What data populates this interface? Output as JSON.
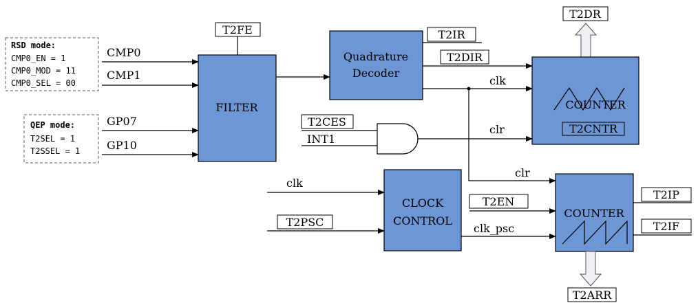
{
  "rsd_mode": {
    "title": "RSD mode:",
    "lines": [
      "CMP0_EN = 1",
      "CMP0_MOD = 11",
      "CMP0_SEL = 00"
    ]
  },
  "qep_mode": {
    "title": "QEP mode:",
    "lines": [
      "T2SEL = 1",
      "T2SSEL = 1"
    ]
  },
  "inputs": {
    "cmp0": "CMP0",
    "cmp1": "CMP1",
    "gp07": "GP07",
    "gp10": "GP10"
  },
  "blocks": {
    "filter": "FILTER",
    "decoder_line1": "Quadrature",
    "decoder_line2": "Decoder",
    "counter_top": "COUNTER",
    "counter_top_reg": "T2CNTR",
    "clock_line1": "CLOCK",
    "clock_line2": "CONTROL",
    "counter_bottom": "COUNTER"
  },
  "registers": {
    "t2fe": "T2FE",
    "t2ir": "T2IR",
    "t2dir": "T2DIR",
    "t2dr": "T2DR",
    "t2ces": "T2CES",
    "t2psc": "T2PSC",
    "t2en": "T2EN",
    "t2ip": "T2IP",
    "t2if": "T2IF",
    "t2arr": "T2ARR"
  },
  "signals": {
    "clk_decoder": "clk",
    "clr_gate": "clr",
    "int1": "INT1",
    "clk_input": "clk",
    "clr_bottom": "clr",
    "clk_psc": "clk_psc"
  }
}
